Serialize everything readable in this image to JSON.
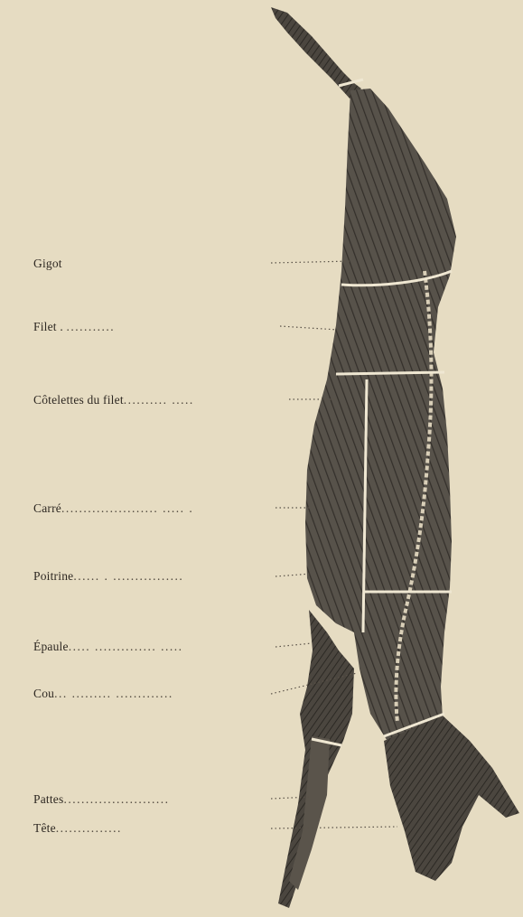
{
  "labels": [
    {
      "id": "gigot",
      "text": "Gigot",
      "dots": ""
    },
    {
      "id": "filet",
      "text": "Filet . ",
      "dots": "..........."
    },
    {
      "id": "cotelettes",
      "text": "Côtelettes du filet",
      "dots": ".......... ....."
    },
    {
      "id": "carre",
      "text": "Carré",
      "dots": "...................... ..... ."
    },
    {
      "id": "poitrine",
      "text": "Poitrine",
      "dots": "...... . ................"
    },
    {
      "id": "epaule",
      "text": "Épaule",
      "dots": "..... .............. ....."
    },
    {
      "id": "cou",
      "text": "Cou",
      "dots": "... ......... ............."
    },
    {
      "id": "pattes",
      "text": "Pattes",
      "dots": "........................"
    },
    {
      "id": "tete",
      "text": "Tête",
      "dots": "..............."
    }
  ],
  "colors": {
    "background": "#e6dcc2",
    "carcass_dark": "#3e3a34",
    "carcass_mid": "#6a645a",
    "cut_line": "#efe7d2",
    "text": "#2e2822"
  }
}
